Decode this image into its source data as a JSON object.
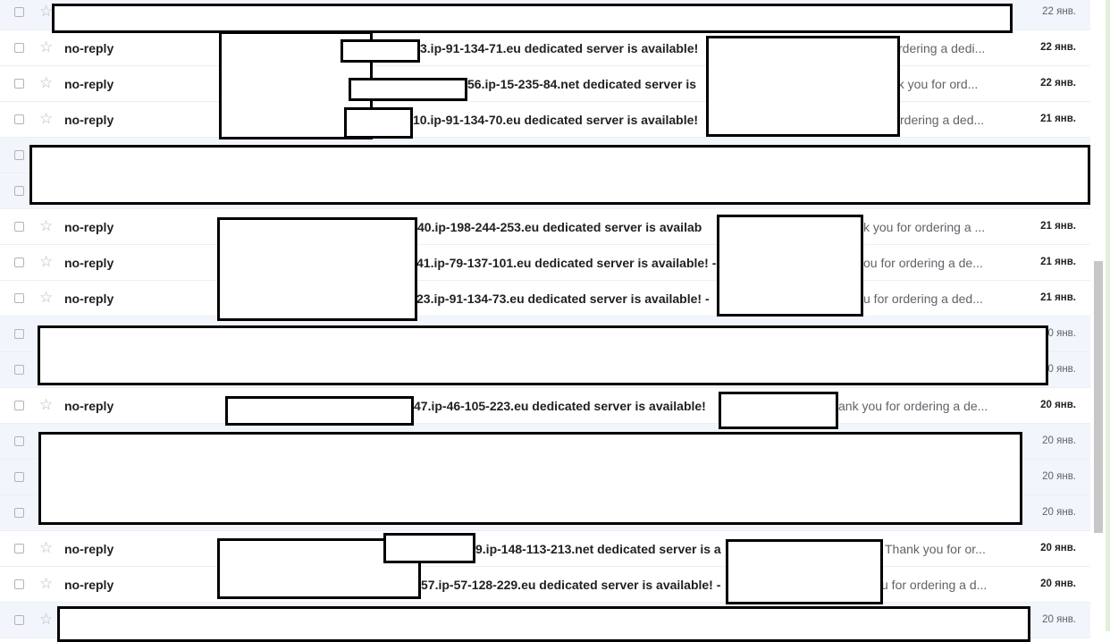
{
  "rows": [
    {
      "sender": "",
      "subject": "",
      "snippet": "",
      "date": "22 янв.",
      "read": true,
      "show_star": true
    },
    {
      "sender": "no-reply",
      "subject": "3.ip-91-134-71.eu dedicated server is available!",
      "snippet": "rdering a dedi...",
      "date": "22 янв.",
      "read": false,
      "show_star": true
    },
    {
      "sender": "no-reply",
      "subject": "56.ip-15-235-84.net dedicated server is",
      "snippet": "nk you for ord...",
      "date": "22 янв.",
      "read": false,
      "show_star": true
    },
    {
      "sender": "no-reply",
      "subject": "10.ip-91-134-70.eu dedicated server is available!",
      "snippet": "rdering a ded...",
      "date": "21 янв.",
      "read": false,
      "show_star": true
    },
    {
      "sender": "",
      "subject": "",
      "snippet": "",
      "date": "",
      "read": true,
      "show_star": false
    },
    {
      "sender": "",
      "subject": "",
      "snippet": "",
      "date": "",
      "read": true,
      "show_star": false
    },
    {
      "sender": "no-reply",
      "subject": "40.ip-198-244-253.eu dedicated server is availab",
      "snippet": "k you for ordering a ...",
      "date": "21 янв.",
      "read": false,
      "show_star": true
    },
    {
      "sender": "no-reply",
      "subject": "41.ip-79-137-101.eu dedicated server is available! -",
      "snippet": "ou for ordering a de...",
      "date": "21 янв.",
      "read": false,
      "show_star": true
    },
    {
      "sender": "no-reply",
      "subject": "23.ip-91-134-73.eu dedicated server is available! -",
      "snippet": "u for ordering a ded...",
      "date": "21 янв.",
      "read": false,
      "show_star": true
    },
    {
      "sender": "",
      "subject": "",
      "snippet": "",
      "date": "0 янв.",
      "read": true,
      "show_star": false
    },
    {
      "sender": "",
      "subject": "",
      "snippet": "",
      "date": "0 янв.",
      "read": true,
      "show_star": false
    },
    {
      "sender": "no-reply",
      "subject": "47.ip-46-105-223.eu dedicated server is available!",
      "snippet": "ank you for ordering a de...",
      "date": "20 янв.",
      "read": false,
      "show_star": true
    },
    {
      "sender": "",
      "subject": "",
      "snippet": "",
      "date": "20 янв.",
      "read": true,
      "show_star": false
    },
    {
      "sender": "",
      "subject": "",
      "snippet": "",
      "date": "20 янв.",
      "read": true,
      "show_star": false
    },
    {
      "sender": "",
      "subject": "",
      "snippet": "",
      "date": "20 янв.",
      "read": true,
      "show_star": false
    },
    {
      "sender": "no-reply",
      "subject": "9.ip-148-113-213.net dedicated server is a",
      "snippet": "Thank you for or...",
      "date": "20 янв.",
      "read": false,
      "show_star": true
    },
    {
      "sender": "no-reply",
      "subject": "57.ip-57-128-229.eu dedicated server is available! -",
      "snippet": "u for ordering a d...",
      "date": "20 янв.",
      "read": false,
      "show_star": true
    },
    {
      "sender": "",
      "subject": "",
      "snippet": "",
      "date": "20 янв.",
      "read": true,
      "show_star": true
    }
  ],
  "icons": {
    "checkbox": "checkbox-icon",
    "star": "star-icon"
  },
  "colors": {
    "read_row_bg": "#f2f6fc",
    "unread_row_bg": "#ffffff",
    "redaction_border": "#000000",
    "scrollbar_thumb": "#c7c7c7"
  }
}
